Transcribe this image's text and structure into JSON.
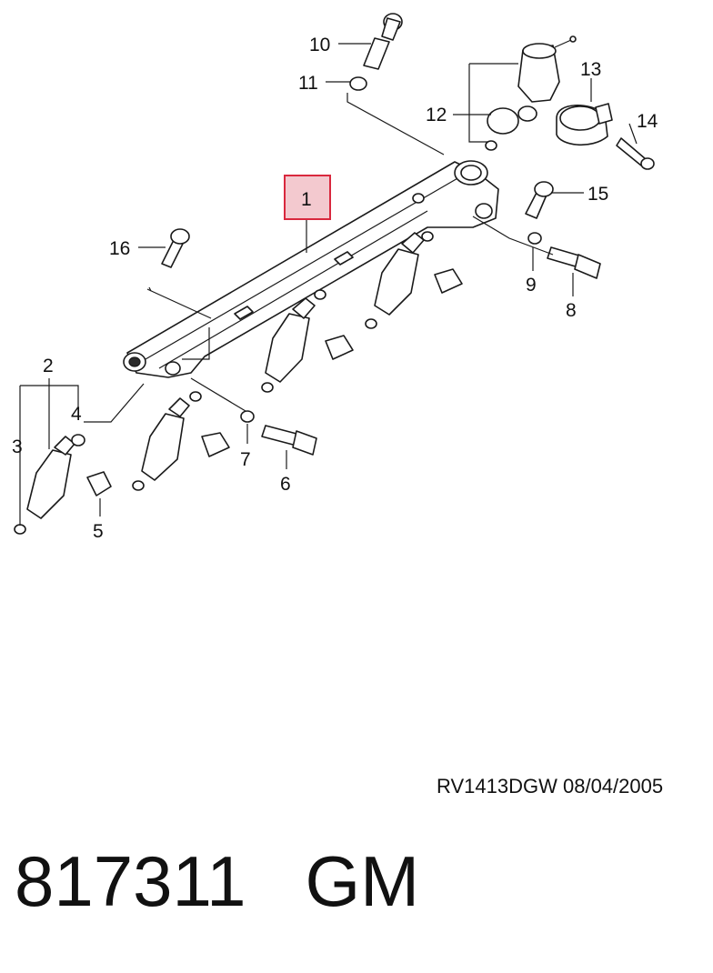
{
  "diagram": {
    "callouts": [
      {
        "id": "1",
        "label": "1",
        "highlighted": true
      },
      {
        "id": "2",
        "label": "2"
      },
      {
        "id": "3",
        "label": "3"
      },
      {
        "id": "4",
        "label": "4"
      },
      {
        "id": "5",
        "label": "5"
      },
      {
        "id": "6",
        "label": "6"
      },
      {
        "id": "7",
        "label": "7"
      },
      {
        "id": "8",
        "label": "8"
      },
      {
        "id": "9",
        "label": "9"
      },
      {
        "id": "10",
        "label": "10"
      },
      {
        "id": "11",
        "label": "11"
      },
      {
        "id": "12",
        "label": "12"
      },
      {
        "id": "13",
        "label": "13"
      },
      {
        "id": "14",
        "label": "14"
      },
      {
        "id": "15",
        "label": "15"
      },
      {
        "id": "16",
        "label": "16"
      }
    ],
    "highlight_color": "#f3c9cf",
    "highlight_border": "#d9283e"
  },
  "footer": {
    "reference_code": "RV1413DGW  08/04/2005",
    "part_number": "817311   GM"
  }
}
